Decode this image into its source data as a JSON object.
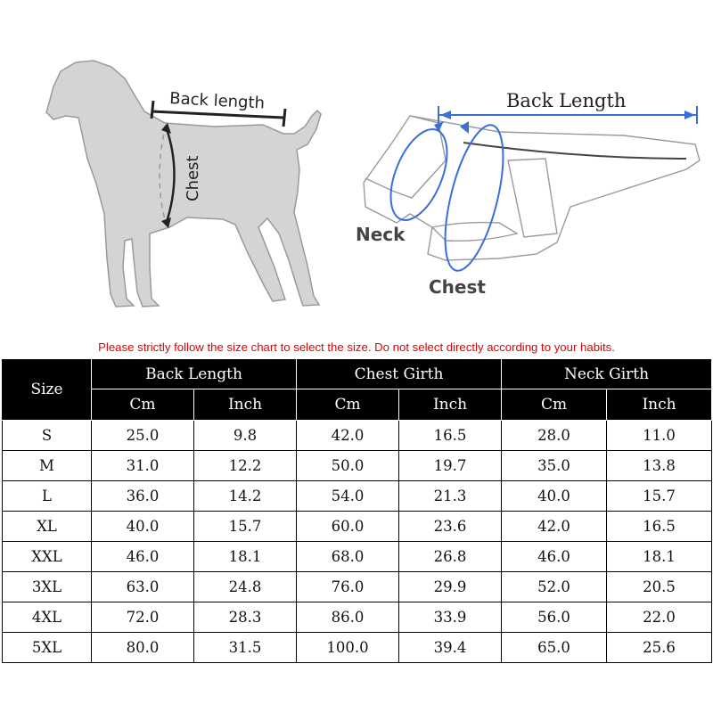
{
  "diagram": {
    "dog": {
      "back_length_label": "Back length",
      "chest_label": "Chest"
    },
    "garment": {
      "back_length_label": "Back Length",
      "neck_label": "Neck",
      "chest_label": "Chest"
    },
    "colors": {
      "dog_fill": "#d4d4d4",
      "measure_blue": "#3a6fd8",
      "arrow_dark": "#222222"
    }
  },
  "notice": "Please strictly follow the size chart to select the size. Do not select directly according to your habits.",
  "table": {
    "size_header": "Size",
    "groups": [
      "Back Length",
      "Chest Girth",
      "Neck Girth"
    ],
    "units": [
      "Cm",
      "Inch",
      "Cm",
      "Inch",
      "Cm",
      "Inch"
    ],
    "rows": [
      {
        "size": "S",
        "values": [
          "25.0",
          "9.8",
          "42.0",
          "16.5",
          "28.0",
          "11.0"
        ]
      },
      {
        "size": "M",
        "values": [
          "31.0",
          "12.2",
          "50.0",
          "19.7",
          "35.0",
          "13.8"
        ]
      },
      {
        "size": "L",
        "values": [
          "36.0",
          "14.2",
          "54.0",
          "21.3",
          "40.0",
          "15.7"
        ]
      },
      {
        "size": "XL",
        "values": [
          "40.0",
          "15.7",
          "60.0",
          "23.6",
          "42.0",
          "16.5"
        ]
      },
      {
        "size": "XXL",
        "values": [
          "46.0",
          "18.1",
          "68.0",
          "26.8",
          "46.0",
          "18.1"
        ]
      },
      {
        "size": "3XL",
        "values": [
          "63.0",
          "24.8",
          "76.0",
          "29.9",
          "52.0",
          "20.5"
        ]
      },
      {
        "size": "4XL",
        "values": [
          "72.0",
          "28.3",
          "86.0",
          "33.9",
          "56.0",
          "22.0"
        ]
      },
      {
        "size": "5XL",
        "values": [
          "80.0",
          "31.5",
          "100.0",
          "39.4",
          "65.0",
          "25.6"
        ]
      }
    ]
  }
}
